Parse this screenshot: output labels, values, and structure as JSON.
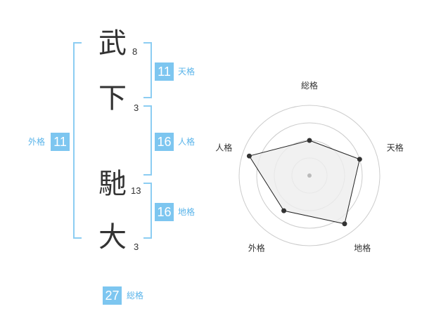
{
  "name_chars": [
    {
      "char": "武",
      "strokes": "8"
    },
    {
      "char": "下",
      "strokes": "3"
    },
    {
      "char": "馳",
      "strokes": "13"
    },
    {
      "char": "大",
      "strokes": "3"
    }
  ],
  "fortunes": {
    "tenkaku": {
      "value": "11",
      "label": "天格"
    },
    "jinkaku": {
      "value": "16",
      "label": "人格"
    },
    "chikaku": {
      "value": "16",
      "label": "地格"
    },
    "gaikaku": {
      "value": "11",
      "label": "外格"
    },
    "soukaku": {
      "value": "27",
      "label": "総格"
    }
  },
  "chart_data": {
    "type": "radar",
    "axes": [
      "総格",
      "天格",
      "地格",
      "外格",
      "人格"
    ],
    "values": [
      0.5,
      0.75,
      0.85,
      0.62,
      0.9
    ],
    "max": 1,
    "rings": 4,
    "colors": {
      "fill": "#eeeeee",
      "stroke": "#222222",
      "ring": "#cccccc",
      "point": "#333333",
      "center": "#bbbbbb"
    }
  }
}
